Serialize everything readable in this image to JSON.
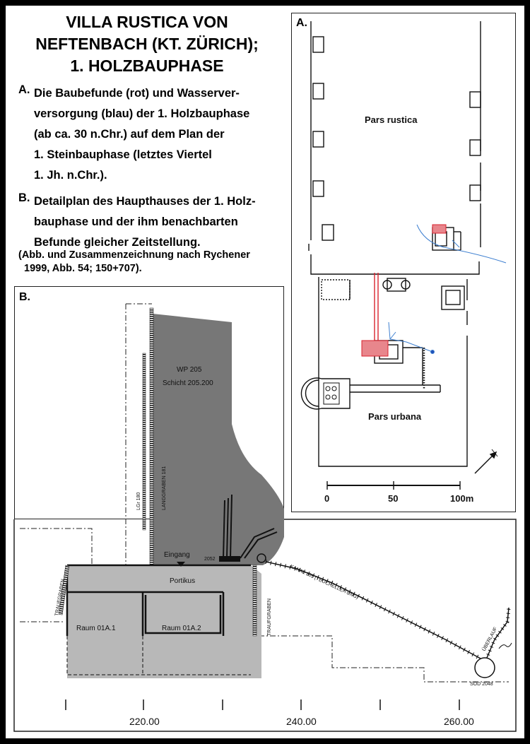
{
  "title": {
    "line1": "VILLA RUSTICA VON",
    "line2": "NEFTENBACH (KT. ZÜRICH);",
    "line3": "1. HOLZBAUPHASE"
  },
  "items": [
    {
      "label": "A.",
      "lines": [
        "Die Baubefunde (rot) und Wasserver-",
        "versorgung (blau) der 1. Holzbauphase",
        "(ab ca. 30 n.Chr.) auf dem Plan der",
        "1. Steinbauphase (letztes Viertel",
        "1. Jh. n.Chr.)."
      ]
    },
    {
      "label": "B.",
      "lines": [
        "Detailplan des Haupthauses der 1. Holz-",
        "bauphase und der ihm benachbarten",
        "Befunde gleicher Zeitstellung."
      ]
    }
  ],
  "source": {
    "line1": "(Abb. und Zusammenzeichnung nach Rychener",
    "line2": "1999, Abb. 54; 150+707)."
  },
  "panel_a": {
    "label": "A.",
    "pars_rustica": "Pars rustica",
    "pars_urbana": "Pars urbana",
    "scale": [
      "0",
      "50",
      "100m"
    ]
  },
  "panel_b": {
    "label": "B.",
    "wp": "WP 205",
    "schicht": "Schicht 205.200",
    "langgraben": "LANGGRABEN 181",
    "lgr": "LGr 180",
    "eingang": "Eingang",
    "num_2052": "2052",
    "portikus": "Portikus",
    "raum1": "Raum 01A.1",
    "raum2": "Raum 01A.2",
    "traufgraben_left": "TRAUFGRABEN",
    "traufgraben_right": "TRAUFGRABEN",
    "kanal": "KANAL 105 (TEUCHELLEITUNG)",
    "ueberlauf": "ÜBERLAUF",
    "sod": "SOD 2048",
    "axis": [
      "220.00",
      "240.00",
      "260.00"
    ]
  },
  "colors": {
    "finds_red": "#e8868c",
    "red_line": "#d9232e",
    "water_blue": "#3d7fd0",
    "dark_grey": "#777777",
    "light_grey": "#b8b8b8"
  }
}
